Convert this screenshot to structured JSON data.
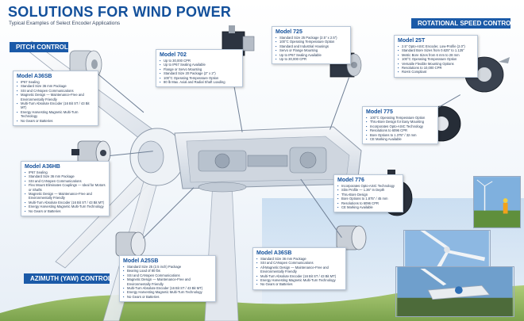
{
  "header": {
    "title": "SOLUTIONS FOR WIND POWER",
    "subtitle": "Typical Examples of Select Encoder Applications"
  },
  "sections": {
    "pitch": "PITCH CONTROL",
    "rotational": "ROTATIONAL SPEED CONTROL",
    "azimuth": "AZIMUTH (YAW) CONTROL"
  },
  "models": {
    "a36sb_top": {
      "name": "Model A36SB",
      "features": [
        "IP67 Sealing",
        "Standard Size 36 mm Package",
        "SSI and CANopen Communications",
        "Magnetic Design — Maintenance-Free and Environmentally Friendly",
        "Multi-Turn Absolute Encoder (16 Bit ST / 43 Bit MT)",
        "Energy Harvesting Magnetic Multi-Turn Technology",
        "No Gears or Batteries"
      ]
    },
    "a36hb": {
      "name": "Model A36HB",
      "features": [
        "IP67 Sealing",
        "Standard Size 36 mm Package",
        "SSI and CANopen Communications",
        "Flex Mount Eliminates Couplings — Ideal for Motors or Shafts",
        "Magnetic Design — Maintenance-Free and Environmentally Friendly",
        "Multi-Turn Absolute Encoder (16 Bit ST / 43 Bit MT)",
        "Energy Harvesting Magnetic Multi-Turn Technology",
        "No Gears or Batteries"
      ]
    },
    "m702": {
      "name": "Model 702",
      "features": [
        "Up to 30,000 CPR",
        "Up to IP67 Sealing Available",
        "Flange or Servo Mounting",
        "Standard Size 20 Package (2\" x 2\")",
        "100°C Operating Temperature Option",
        "80 lb Max. Axial and Radial Shaft Loading"
      ]
    },
    "m725": {
      "name": "Model 725",
      "features": [
        "Standard Size 25 Package (2.5\" x 2.5\")",
        "100°C Operating Temperature Option",
        "Standard and Industrial Housings",
        "Servo or Flange Mounting",
        "Up to IP67 Sealing Available",
        "Up to 30,000 CPR"
      ]
    },
    "m25t": {
      "name": "Model 25T",
      "features": [
        "2.5\" Opto-ASIC Encoder, Low-Profile (2.0\")",
        "Standard Bore Sizes from 0.625\" to 1.125\"",
        "Metric Bore Sizes from 6 mm to 28 mm",
        "100°C Operating Temperature Option",
        "Versatile Flexible Mounting Options",
        "Resolutions to 10,000 CPR",
        "RoHS Compliant"
      ]
    },
    "m775": {
      "name": "Model 775",
      "features": [
        "100°C Operating Temperature Option",
        "Thru-Bore Design for Easy Mounting",
        "Incorporates Opto-ASIC Technology",
        "Resolutions to 6096 CPR",
        "Bore Options to 1.375\" / 32 mm",
        "CE Marking Available"
      ]
    },
    "m776": {
      "name": "Model 776",
      "features": [
        "Incorporates Opto-ASIC Technology",
        "Slim Profile — 1.36\" In Depth",
        "Thru-Bore Design",
        "Bore Options to 1.875\" / 45 mm",
        "Resolutions to 6096 CPR",
        "CE Marking Available"
      ]
    },
    "a25sb": {
      "name": "Model A25SB",
      "features": [
        "Standard Size 25 (2.5 inch) Package",
        "Bearing Load of 80 lbs",
        "SSI and CANopen Communications",
        "Magnetic Design — Maintenance-Free and Environmentally Friendly",
        "Multi-Turn Absolute Encoder (16 Bit ST / 43 Bit MT)",
        "Energy Harvesting Magnetic Multi-Turn Technology",
        "No Gears or Batteries"
      ]
    },
    "a36sb_bottom": {
      "name": "Model A36SB",
      "features": [
        "Standard Size 36 mm Package",
        "SSI and CANopen Communications",
        "All-Magnetic Design — Maintenance-Free and Environmentally Friendly",
        "Multi-Turn Absolute Encoder (16 Bit ST / 43 Bit MT)",
        "Energy Harvesting Magnetic Multi-Turn Technology",
        "No Gears or Batteries"
      ]
    }
  },
  "colors": {
    "brand_blue": "#13509b",
    "banner_blue": "#1b5aa8",
    "connector": "#6f7f95"
  }
}
